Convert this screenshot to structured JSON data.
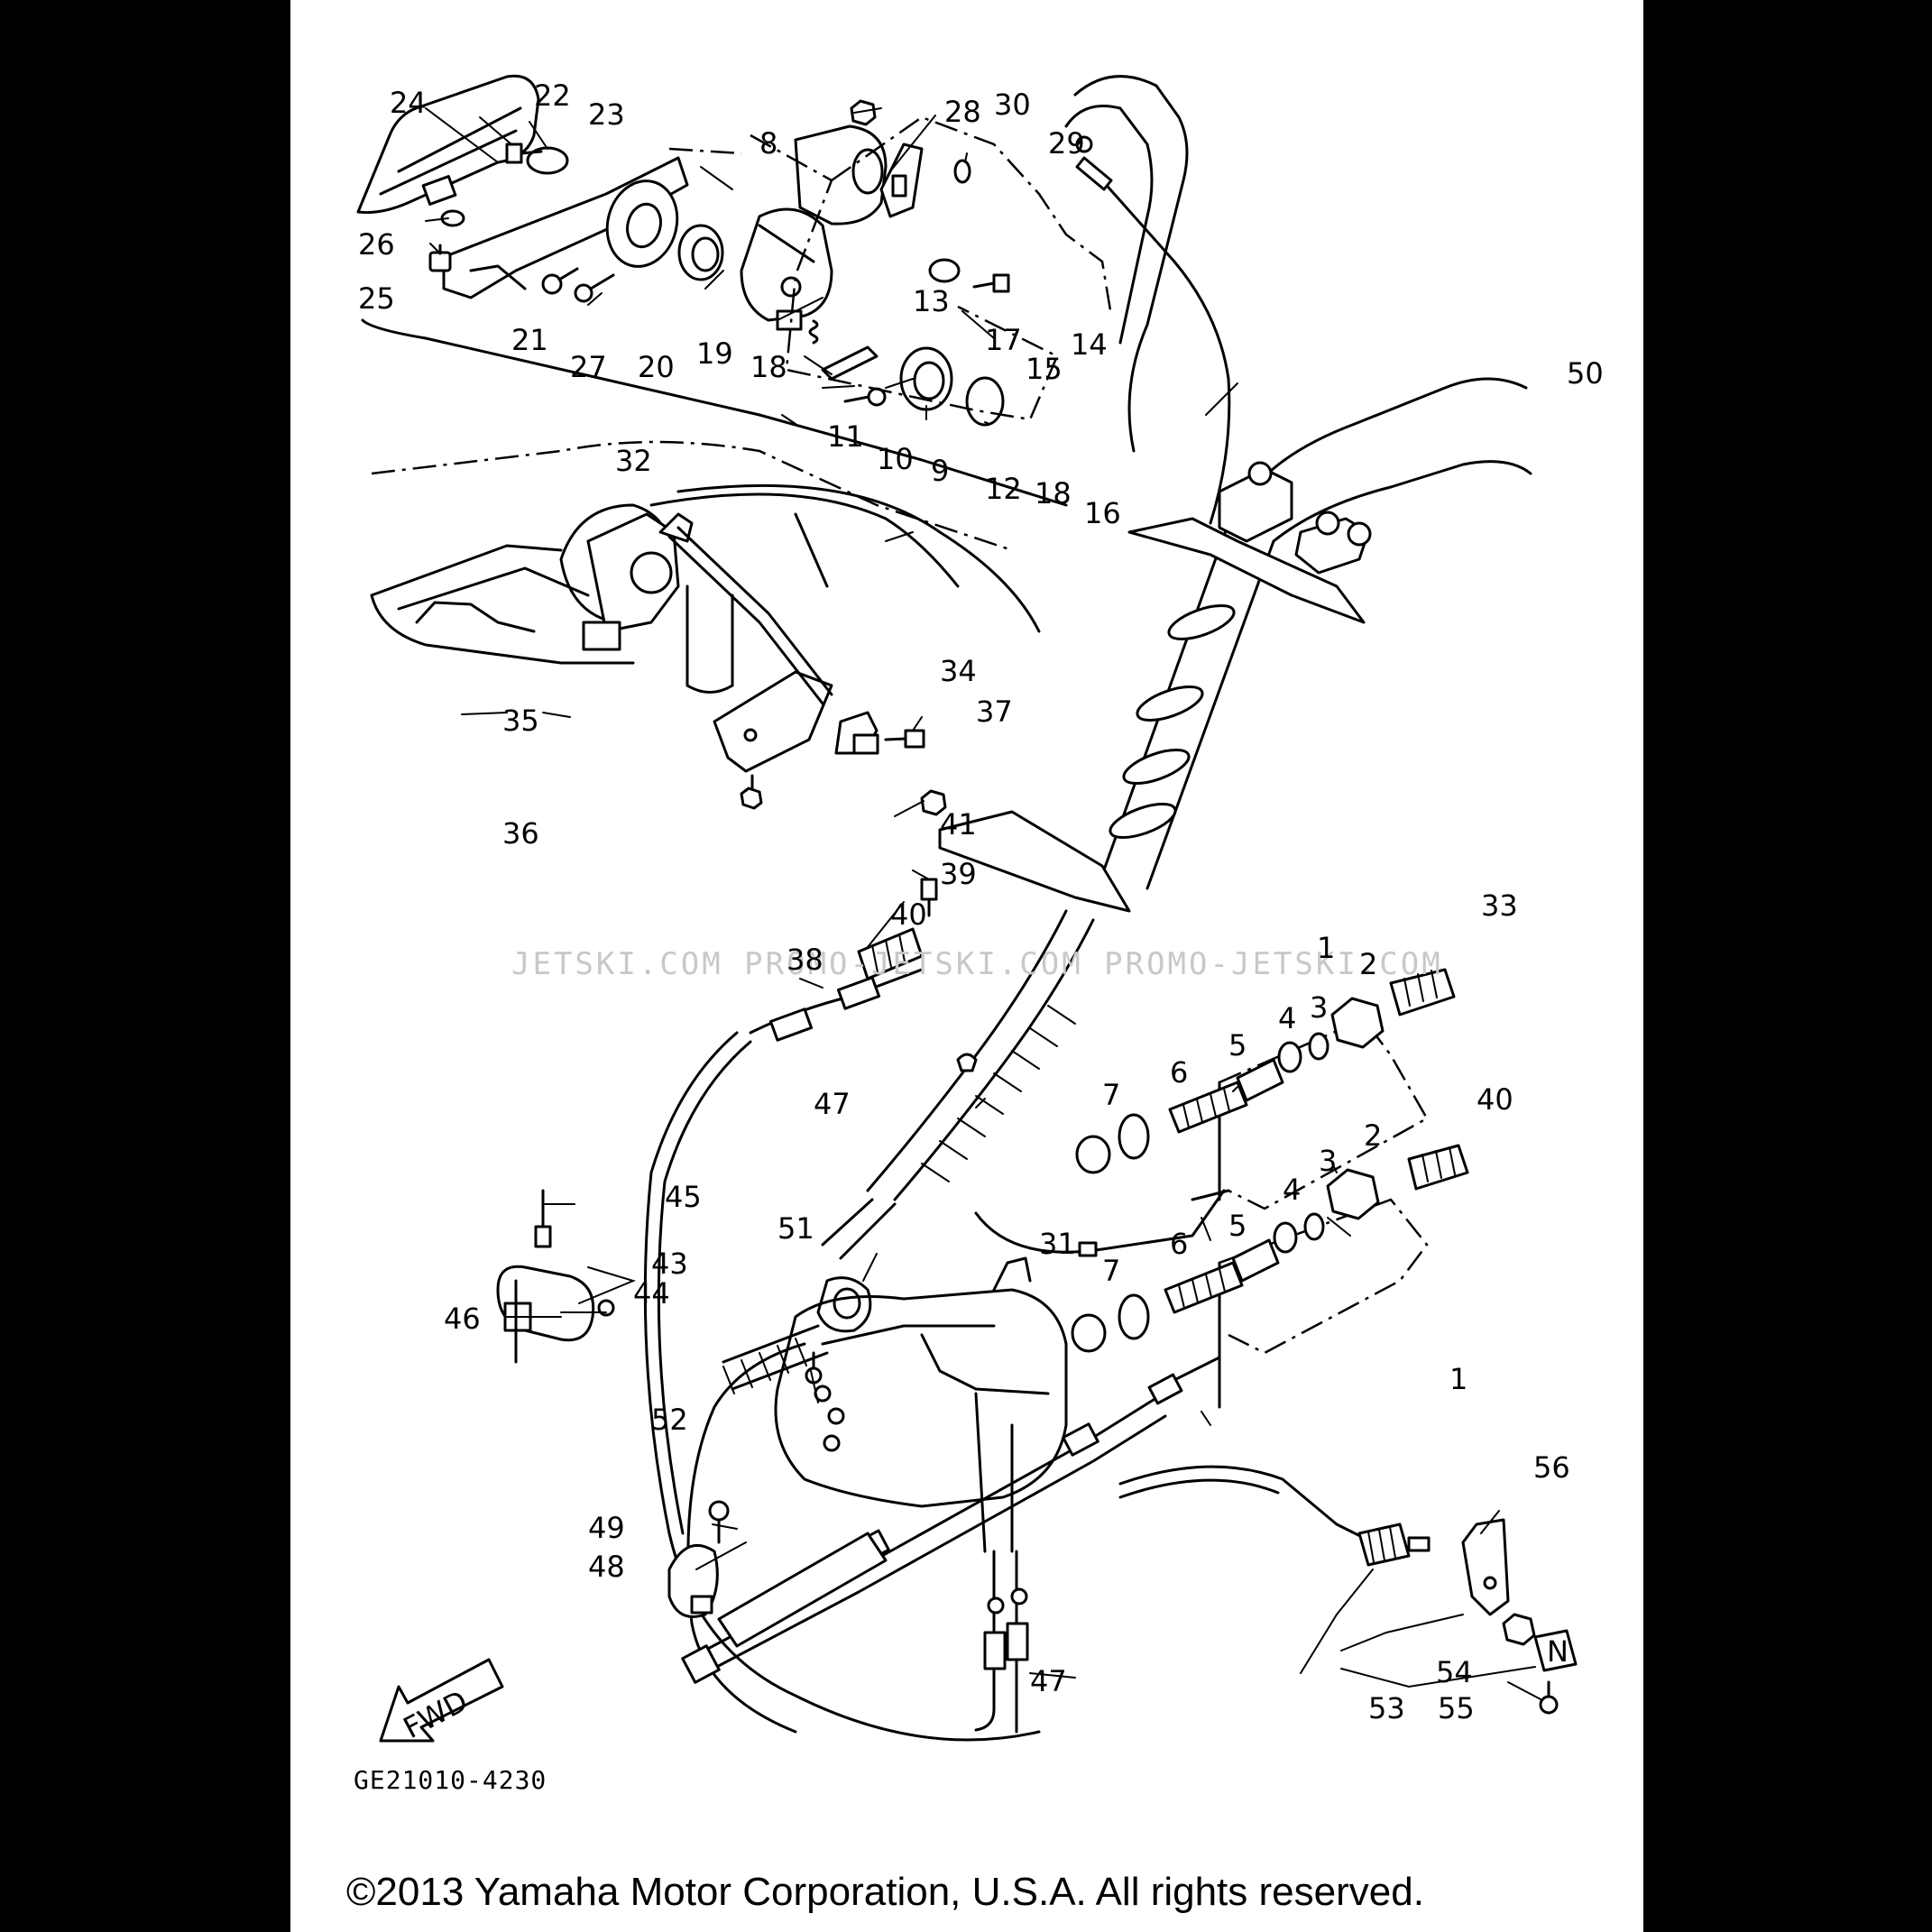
{
  "diagram": {
    "drawing_code": "GE21010-4230",
    "copyright": "©2013 Yamaha Motor Corporation, U.S.A. All rights reserved.",
    "watermark": "JETSKI.COM   PROMO-JETSKI.COM   PROMO-JETSKI.COM",
    "direction_arrow": "FWD",
    "callouts": [
      "1",
      "1",
      "2",
      "2",
      "3",
      "3",
      "4",
      "4",
      "5",
      "5",
      "6",
      "6",
      "7",
      "7",
      "8",
      "9",
      "10",
      "11",
      "12",
      "13",
      "14",
      "15",
      "16",
      "17",
      "18",
      "18",
      "19",
      "20",
      "21",
      "22",
      "23",
      "24",
      "25",
      "26",
      "27",
      "28",
      "29",
      "30",
      "31",
      "32",
      "33",
      "34",
      "35",
      "36",
      "37",
      "38",
      "39",
      "40",
      "40",
      "41",
      "43",
      "44",
      "45",
      "46",
      "47",
      "47",
      "48",
      "49",
      "50",
      "51",
      "52",
      "53",
      "54",
      "55",
      "56"
    ],
    "colors": {
      "paper": "#ffffff",
      "ink": "#000000",
      "surround": "#000000",
      "watermark": "#c8c8c8"
    }
  }
}
